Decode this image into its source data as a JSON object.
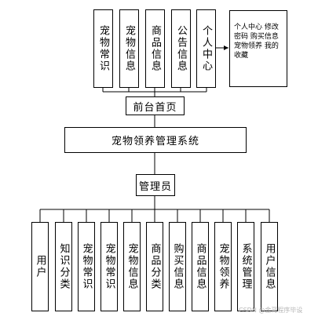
{
  "top_modules": [
    "宠物常识",
    "宠物信息",
    "商品信息",
    "公告信息",
    "个人中心"
  ],
  "note": "个人中心 修改密码 购买信息 宠物领养 我的收藏",
  "frontend_node": "前台首页",
  "system_node": "宠物领养管理系统",
  "admin_node": "管理员",
  "admin_modules": [
    "用户",
    "知识分类",
    "宠物常识",
    "宠物信息",
    "商品分类",
    "购买信息",
    "商品信息",
    "宠物领养",
    "系统管理",
    "用户信息"
  ],
  "watermark": "CSDN @金哥程序毕设"
}
